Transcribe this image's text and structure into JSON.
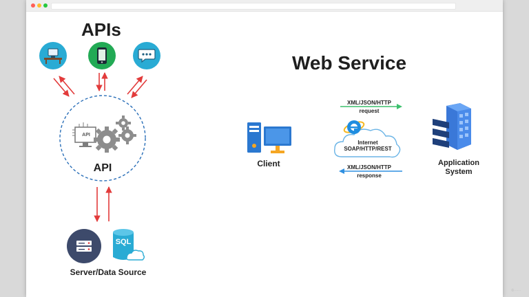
{
  "left": {
    "title": "APIs",
    "api_label": "API",
    "api_screen_text": "API",
    "server_label": "Server/Data Source",
    "sql_text": "SQL"
  },
  "right": {
    "title": "Web Service",
    "client_label": "Client",
    "app_label_line1": "Application",
    "app_label_line2": "System",
    "request_protocol": "XML/JSON/HTTP",
    "request_label": "request",
    "internet_line1": "Internet",
    "internet_line2": "SOAP/HTTP/REST",
    "response_protocol": "XML/JSON/HTTP",
    "response_label": "response"
  },
  "colors": {
    "cyan": "#29abd4",
    "green": "#22aa55",
    "arrow_red": "#e23b3b",
    "dashed_blue": "#2a6fb8",
    "gear_gray": "#8d8d8d",
    "server_navy": "#3d4a6b",
    "client_blue": "#2b78d0",
    "client_orange": "#f5a623",
    "request_green": "#3cc06d",
    "response_blue": "#2f8fe0",
    "app_blue": "#3a78d8"
  },
  "icons": [
    "laptop-desk-icon",
    "smartphone-icon",
    "chat-bubble-icon",
    "gears-icon",
    "server-icon",
    "sql-database-icon",
    "client-computer-icon",
    "internet-explorer-icon",
    "application-server-icon"
  ],
  "watermark": "©······"
}
